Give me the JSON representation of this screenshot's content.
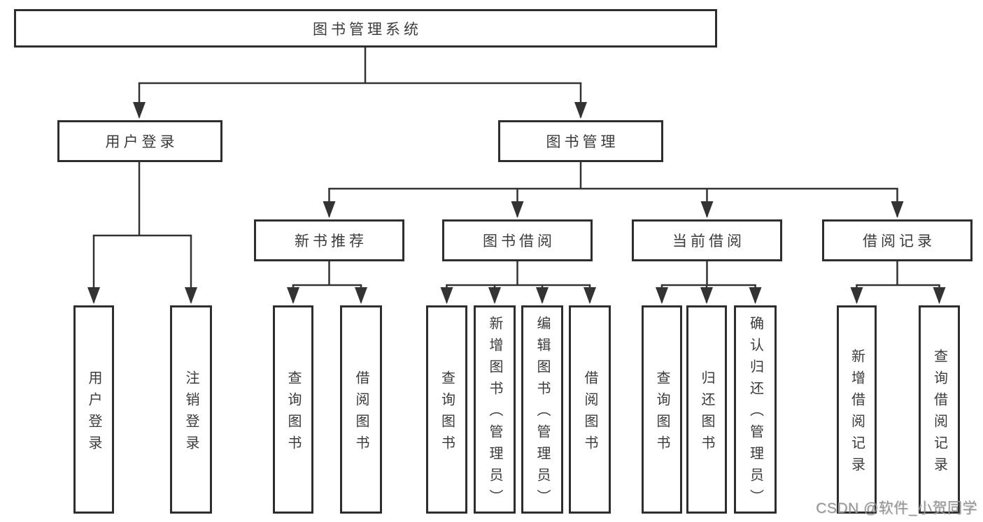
{
  "diagram": {
    "root": {
      "label": "图书管理系统"
    },
    "user_login": {
      "label": "用户登录",
      "children": [
        {
          "label": "用户登录"
        },
        {
          "label": "注销登录"
        }
      ]
    },
    "book_mgmt": {
      "label": "图书管理",
      "groups": [
        {
          "label": "新书推荐",
          "children": [
            {
              "label": "查询图书"
            },
            {
              "label": "借阅图书"
            }
          ]
        },
        {
          "label": "图书借阅",
          "children": [
            {
              "label": "查询图书"
            },
            {
              "label": "新增图书（管理员）"
            },
            {
              "label": "编辑图书（管理员）"
            },
            {
              "label": "借阅图书"
            }
          ]
        },
        {
          "label": "当前借阅",
          "children": [
            {
              "label": "查询图书"
            },
            {
              "label": "归还图书"
            },
            {
              "label": "确认归还（管理员）"
            }
          ]
        },
        {
          "label": "借阅记录",
          "children": [
            {
              "label": "新增借阅记录"
            },
            {
              "label": "查询借阅记录"
            }
          ]
        }
      ]
    }
  },
  "watermark": {
    "text": "CSDN @软件_小贺同学"
  },
  "colors": {
    "line": "#333333",
    "box_border": "#2e2e2e",
    "text": "#3b3b3b",
    "watermark": "#969696",
    "background": "#ffffff"
  }
}
